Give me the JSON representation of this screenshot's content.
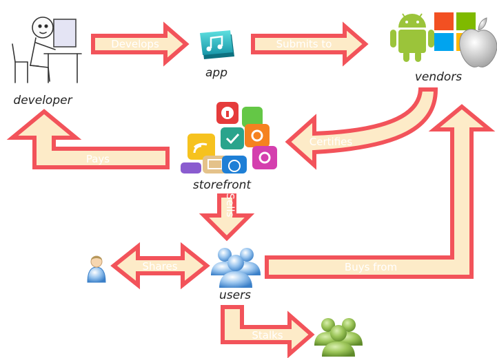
{
  "nodes": {
    "developer": "developer",
    "app": "app",
    "vendors": "vendors",
    "storefront": "storefront",
    "users": "users"
  },
  "edges": {
    "develops": "Develops",
    "submits_to": "Submits to",
    "certifies": "Certifies",
    "pays": "Pays",
    "sells": "Sells",
    "shares": "Shares",
    "buys_from": "Buys from",
    "stalks": "Stalks"
  },
  "colors": {
    "arrow_fill": "#fdebc8",
    "arrow_stroke": "#f2535a",
    "edge_label": "#ffffff",
    "node_label": "#222222"
  },
  "icons": [
    "developer-sketch-icon",
    "music-app-icon",
    "android-logo",
    "windows-logo",
    "apple-logo",
    "app-tiles-icon",
    "single-user-icon",
    "users-group-icon",
    "green-users-group-icon"
  ]
}
